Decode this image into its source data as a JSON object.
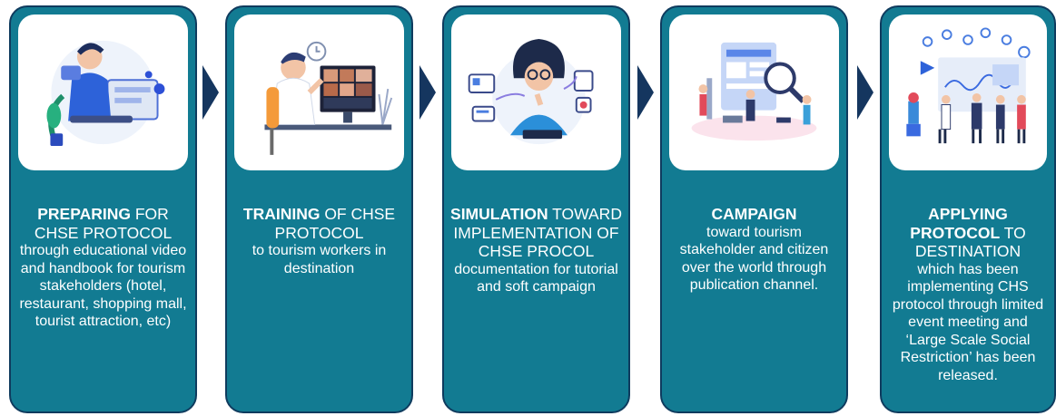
{
  "cards": [
    {
      "heading_bold": "PREPARING",
      "heading_rest": " FOR CHSE PROTOCOL",
      "body": "through educational video and handbook for tourism stakeholders (hotel, restaurant, shopping mall, tourist attraction, etc)",
      "icon": "person-laptop-illustration"
    },
    {
      "heading_bold": "TRAINING",
      "heading_rest": " OF CHSE PROTOCOL",
      "body": "to tourism workers in destination",
      "icon": "video-conference-illustration"
    },
    {
      "heading_bold": "SIMULATION",
      "heading_rest": " TOWARD IMPLEMENTATION OF CHSE PROCOL",
      "body": "documentation for tutorial and soft campaign",
      "icon": "woman-thinking-illustration"
    },
    {
      "heading_bold": "CAMPAIGN",
      "heading_rest": "",
      "body": "toward tourism stakeholder and citizen over the world through publication channel.",
      "icon": "magnifier-team-illustration"
    },
    {
      "heading_bold": "APPLYING PROTOCOL",
      "heading_rest": " TO DESTINATION",
      "body": "which has been implementing CHS protocol through limited event meeting and ‘Large Scale Social Restriction’ has been released.",
      "icon": "dashboard-team-illustration"
    }
  ],
  "colors": {
    "card": "#127b92",
    "border": "#0f3b5e",
    "arrow": "#15365f"
  }
}
